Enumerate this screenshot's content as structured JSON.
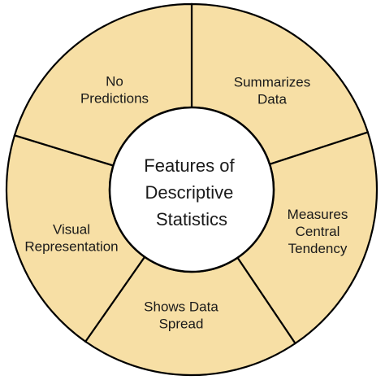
{
  "colors": {
    "segment_fill": "#f7dfa5",
    "outline": "#000000",
    "hub_fill": "#ffffff",
    "text": "#1a1a1a"
  },
  "hub": {
    "lines": [
      "Features of",
      "Descriptive",
      "Statistics"
    ]
  },
  "segments": [
    {
      "id": "summarizes-data",
      "lines": [
        "Summarizes",
        "Data"
      ]
    },
    {
      "id": "measures-central-tendency",
      "lines": [
        "Measures",
        "Central",
        "Tendency"
      ]
    },
    {
      "id": "shows-data-spread",
      "lines": [
        "Shows Data",
        "Spread"
      ]
    },
    {
      "id": "visual-representation",
      "lines": [
        "Visual",
        "Representation"
      ]
    },
    {
      "id": "no-predictions",
      "lines": [
        "No",
        "Predictions"
      ]
    }
  ]
}
